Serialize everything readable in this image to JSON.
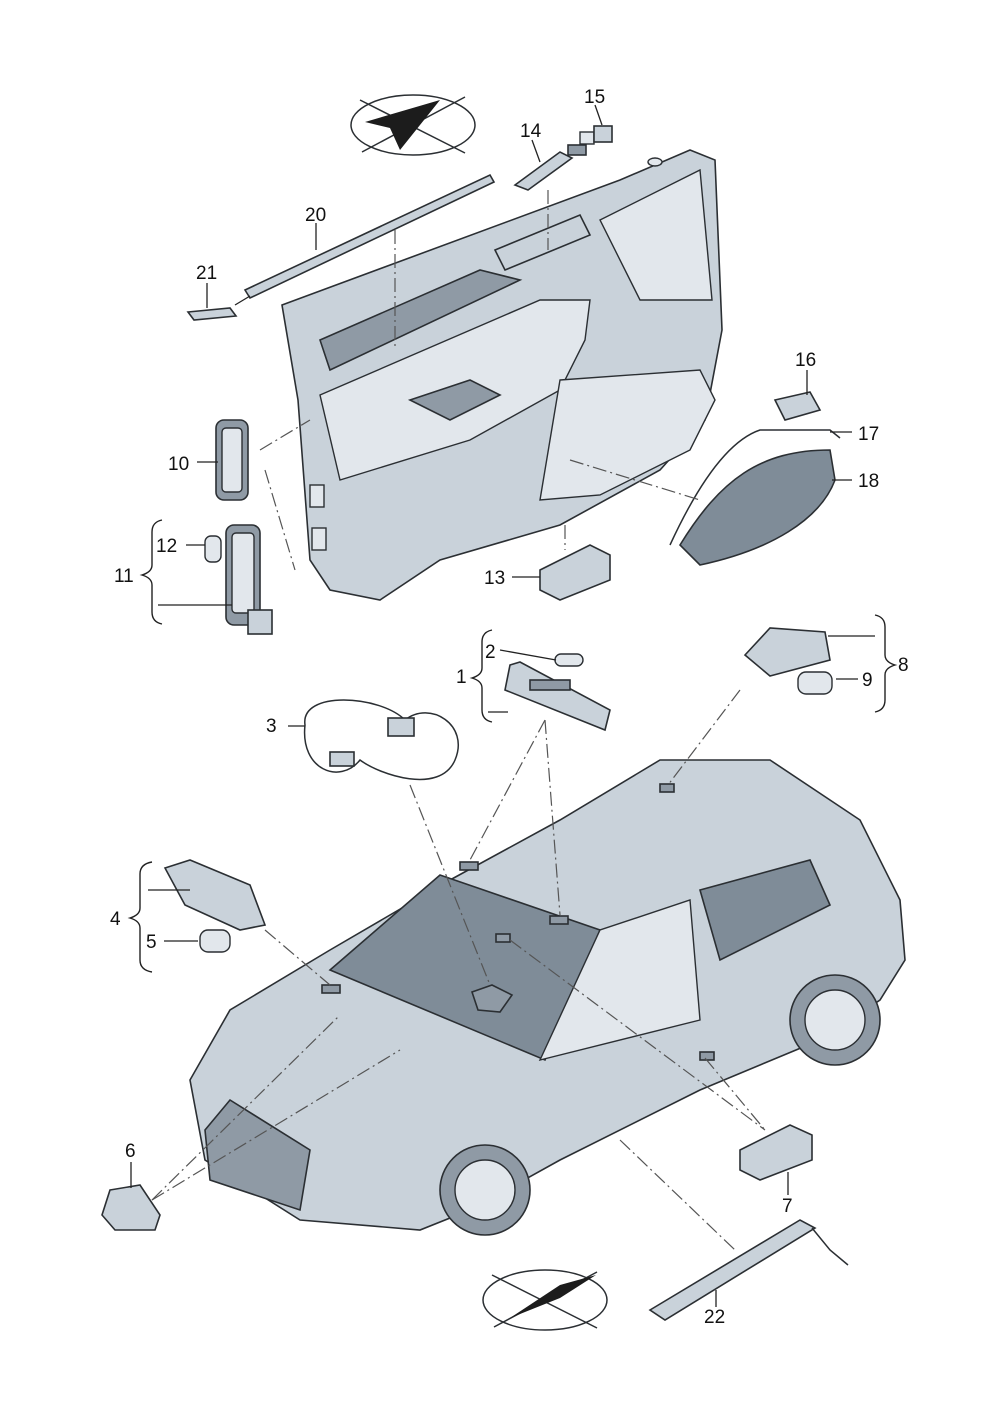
{
  "callouts": {
    "c1": "1",
    "c2": "2",
    "c3": "3",
    "c4": "4",
    "c5": "5",
    "c6": "6",
    "c7": "7",
    "c8": "8",
    "c9": "9",
    "c10": "10",
    "c11": "11",
    "c12": "12",
    "c13": "13",
    "c14": "14",
    "c15": "15",
    "c16": "16",
    "c17": "17",
    "c18": "18",
    "c20": "20",
    "c21": "21",
    "c22": "22"
  },
  "icons": {
    "top_emblem": "paper-plane-crossed-icon",
    "bottom_emblem": "paper-plane-crossed-icon"
  },
  "colors": {
    "line": "#222222",
    "part_fill": "#c9d2da",
    "glass_fill": "#7f8c98"
  }
}
